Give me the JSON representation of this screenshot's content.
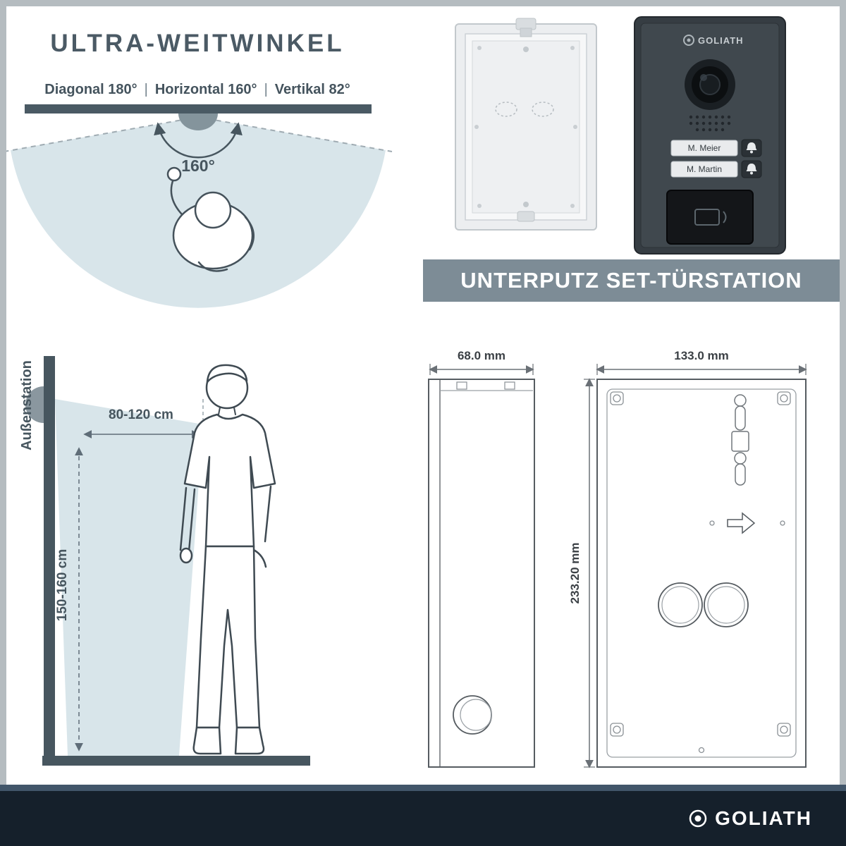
{
  "colors": {
    "frame": "#b5bcc0",
    "slate_text": "#47565f",
    "view_cone": "#d8e5ea",
    "banner_bg": "#7d8c96",
    "banner_text": "#ffffff",
    "footer_bg": "#15202b",
    "footer_accent": "#42566a",
    "device_body": "#3a4146"
  },
  "top_left": {
    "title": "ULTRA-WEITWINKEL",
    "specs": [
      "Diagonal 180°",
      "Horizontal 160°",
      "Vertikal 82°"
    ],
    "separator": "|",
    "angle_label": "160°"
  },
  "top_right": {
    "banner": "UNTERPUTZ SET-TÜRSTATION",
    "station": {
      "brand": "GOLIATH",
      "name_plates": [
        "M. Meier",
        "M. Martin"
      ]
    }
  },
  "bottom_left": {
    "station_label": "Außenstation",
    "distance_label": "80-120 cm",
    "height_label": "150-160 cm"
  },
  "bottom_right": {
    "depth_label": "68.0 mm",
    "width_label": "133.0 mm",
    "height_label": "233.20 mm"
  },
  "footer": {
    "brand": "GOLIATH"
  }
}
